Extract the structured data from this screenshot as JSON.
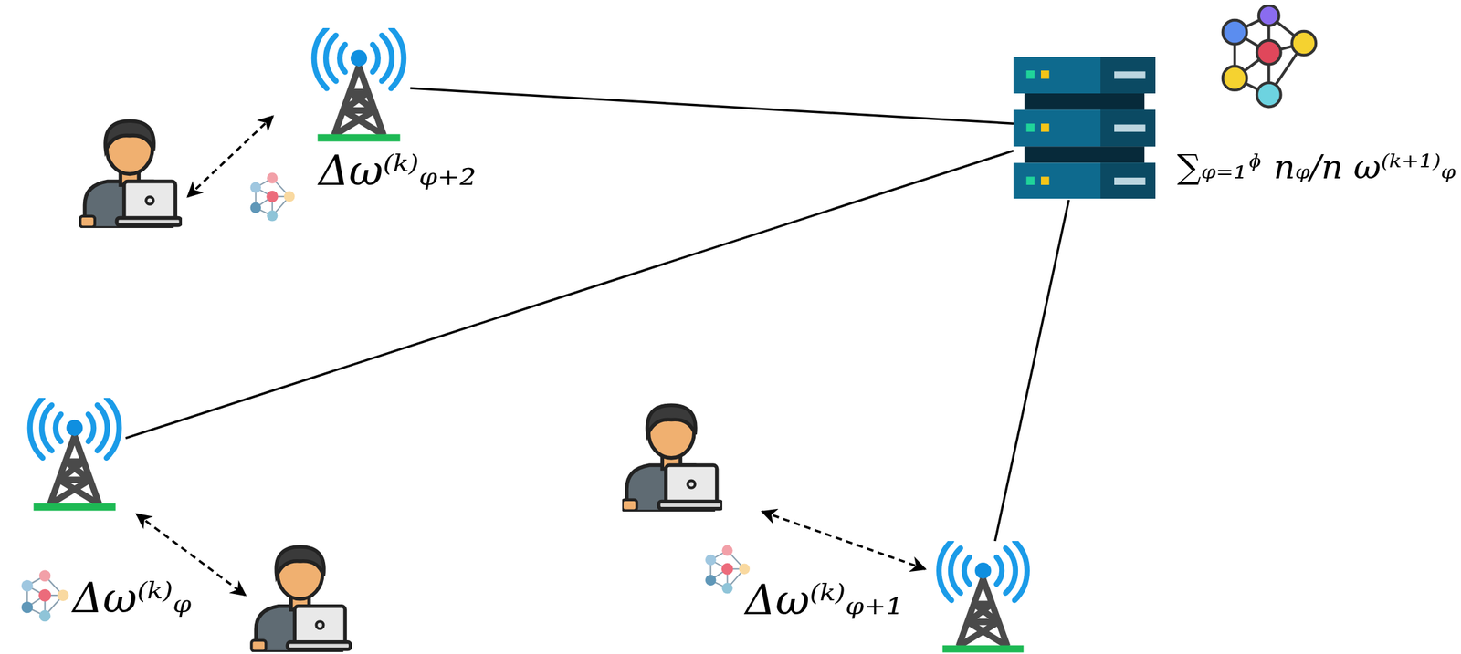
{
  "diagram": {
    "nodes": [
      {
        "text": [
          "Δω⁽ᵏ⁾ᵩ₊₂"
        ]
      },
      {
        "text": [
          "∑ᵩ₌₁ᶲ nᵩ/n ω⁽ᵏ⁺¹⁾ᵩ"
        ]
      },
      {
        "text": [
          "Δω⁽ᵏ⁾ᵩ"
        ]
      },
      {
        "text": [
          "Δω⁽ᵏ⁾ᵩ₊₁"
        ]
      }
    ],
    "edges": [
      {
        "from": 0,
        "to": 1,
        "arrow": "none"
      },
      {
        "from": 2,
        "to": 1,
        "arrow": "none"
      },
      {
        "from": 3,
        "to": 1,
        "arrow": "none"
      }
    ]
  }
}
